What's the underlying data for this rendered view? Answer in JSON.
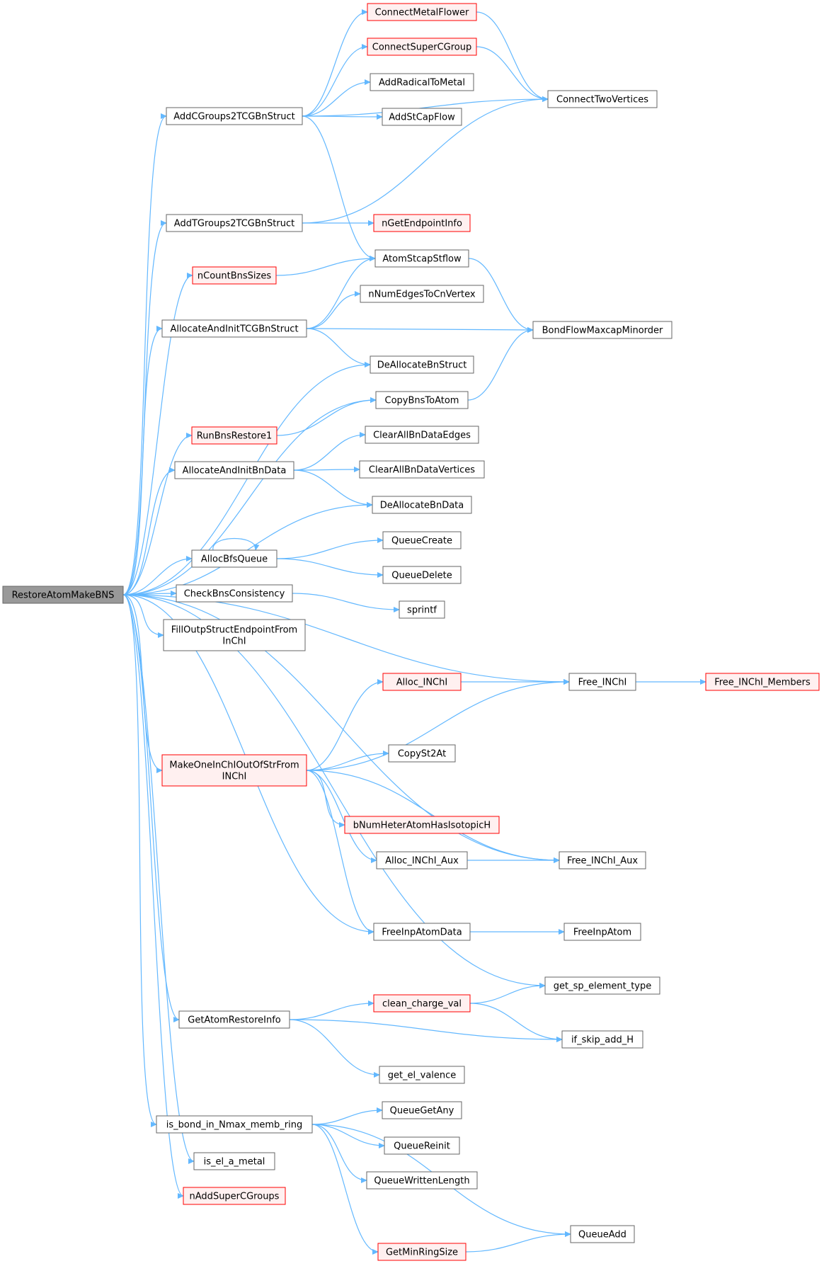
{
  "colors": {
    "edge": "#63b8ff",
    "node_border": "#666666",
    "node_fill": "#ffffff",
    "truncated_border": "#ff0000",
    "truncated_fill": "#fff0f0",
    "root_fill": "#999999"
  },
  "nodes": [
    {
      "id": "RestoreAtomMakeBNS",
      "lines": [
        "RestoreAtomMakeBNS"
      ],
      "style": "root"
    },
    {
      "id": "AddCGroups2TCGBnStruct",
      "lines": [
        "AddCGroups2TCGBnStruct"
      ],
      "style": "normal"
    },
    {
      "id": "AddTGroups2TCGBnStruct",
      "lines": [
        "AddTGroups2TCGBnStruct"
      ],
      "style": "normal"
    },
    {
      "id": "nCountBnsSizes",
      "lines": [
        "nCountBnsSizes"
      ],
      "style": "red"
    },
    {
      "id": "AllocateAndInitTCGBnStruct",
      "lines": [
        "AllocateAndInitTCGBnStruct"
      ],
      "style": "normal"
    },
    {
      "id": "RunBnsRestore1",
      "lines": [
        "RunBnsRestore1"
      ],
      "style": "red"
    },
    {
      "id": "AllocateAndInitBnData",
      "lines": [
        "AllocateAndInitBnData"
      ],
      "style": "normal"
    },
    {
      "id": "AllocBfsQueue",
      "lines": [
        "AllocBfsQueue"
      ],
      "style": "normal"
    },
    {
      "id": "CheckBnsConsistency",
      "lines": [
        "CheckBnsConsistency"
      ],
      "style": "normal"
    },
    {
      "id": "FillOutpStructEndpointFromInChI",
      "lines": [
        "FillOutpStructEndpointFrom",
        "InChI"
      ],
      "style": "normal"
    },
    {
      "id": "MakeOneInChIOutOfStrFromINChI",
      "lines": [
        "MakeOneInChIOutOfStrFrom",
        "INChI"
      ],
      "style": "red"
    },
    {
      "id": "GetAtomRestoreInfo",
      "lines": [
        "GetAtomRestoreInfo"
      ],
      "style": "normal"
    },
    {
      "id": "is_bond_in_Nmax_memb_ring",
      "lines": [
        "is_bond_in_Nmax_memb_ring"
      ],
      "style": "normal"
    },
    {
      "id": "is_el_a_metal",
      "lines": [
        "is_el_a_metal"
      ],
      "style": "normal"
    },
    {
      "id": "nAddSuperCGroups",
      "lines": [
        "nAddSuperCGroups"
      ],
      "style": "red"
    },
    {
      "id": "ConnectMetalFlower",
      "lines": [
        "ConnectMetalFlower"
      ],
      "style": "red"
    },
    {
      "id": "ConnectSuperCGroup",
      "lines": [
        "ConnectSuperCGroup"
      ],
      "style": "red"
    },
    {
      "id": "AddRadicalToMetal",
      "lines": [
        "AddRadicalToMetal"
      ],
      "style": "normal"
    },
    {
      "id": "AddStCapFlow",
      "lines": [
        "AddStCapFlow"
      ],
      "style": "normal"
    },
    {
      "id": "nGetEndpointInfo",
      "lines": [
        "nGetEndpointInfo"
      ],
      "style": "red"
    },
    {
      "id": "AtomStcapStflow",
      "lines": [
        "AtomStcapStflow"
      ],
      "style": "normal"
    },
    {
      "id": "nNumEdgesToCnVertex",
      "lines": [
        "nNumEdgesToCnVertex"
      ],
      "style": "normal"
    },
    {
      "id": "DeAllocateBnStruct",
      "lines": [
        "DeAllocateBnStruct"
      ],
      "style": "normal"
    },
    {
      "id": "CopyBnsToAtom",
      "lines": [
        "CopyBnsToAtom"
      ],
      "style": "normal"
    },
    {
      "id": "ClearAllBnDataEdges",
      "lines": [
        "ClearAllBnDataEdges"
      ],
      "style": "normal"
    },
    {
      "id": "ClearAllBnDataVertices",
      "lines": [
        "ClearAllBnDataVertices"
      ],
      "style": "normal"
    },
    {
      "id": "DeAllocateBnData",
      "lines": [
        "DeAllocateBnData"
      ],
      "style": "normal"
    },
    {
      "id": "QueueCreate",
      "lines": [
        "QueueCreate"
      ],
      "style": "normal"
    },
    {
      "id": "QueueDelete",
      "lines": [
        "QueueDelete"
      ],
      "style": "normal"
    },
    {
      "id": "sprintf",
      "lines": [
        "sprintf"
      ],
      "style": "normal"
    },
    {
      "id": "Alloc_INChI",
      "lines": [
        "Alloc_INChI"
      ],
      "style": "red"
    },
    {
      "id": "CopySt2At",
      "lines": [
        "CopySt2At"
      ],
      "style": "normal"
    },
    {
      "id": "bNumHeterAtomHasIsotopicH",
      "lines": [
        "bNumHeterAtomHasIsotopicH"
      ],
      "style": "red"
    },
    {
      "id": "Alloc_INChI_Aux",
      "lines": [
        "Alloc_INChI_Aux"
      ],
      "style": "normal"
    },
    {
      "id": "FreeInpAtomData",
      "lines": [
        "FreeInpAtomData"
      ],
      "style": "normal"
    },
    {
      "id": "clean_charge_val",
      "lines": [
        "clean_charge_val"
      ],
      "style": "red"
    },
    {
      "id": "get_el_valence",
      "lines": [
        "get_el_valence"
      ],
      "style": "normal"
    },
    {
      "id": "QueueGetAny",
      "lines": [
        "QueueGetAny"
      ],
      "style": "normal"
    },
    {
      "id": "QueueReinit",
      "lines": [
        "QueueReinit"
      ],
      "style": "normal"
    },
    {
      "id": "QueueWrittenLength",
      "lines": [
        "QueueWrittenLength"
      ],
      "style": "normal"
    },
    {
      "id": "GetMinRingSize",
      "lines": [
        "GetMinRingSize"
      ],
      "style": "red"
    },
    {
      "id": "ConnectTwoVertices",
      "lines": [
        "ConnectTwoVertices"
      ],
      "style": "normal"
    },
    {
      "id": "BondFlowMaxcapMinorder",
      "lines": [
        "BondFlowMaxcapMinorder"
      ],
      "style": "normal"
    },
    {
      "id": "Free_INChI",
      "lines": [
        "Free_INChI"
      ],
      "style": "normal"
    },
    {
      "id": "Free_INChI_Aux",
      "lines": [
        "Free_INChI_Aux"
      ],
      "style": "normal"
    },
    {
      "id": "FreeInpAtom",
      "lines": [
        "FreeInpAtom"
      ],
      "style": "normal"
    },
    {
      "id": "get_sp_element_type",
      "lines": [
        "get_sp_element_type"
      ],
      "style": "normal"
    },
    {
      "id": "if_skip_add_H",
      "lines": [
        "if_skip_add_H"
      ],
      "style": "normal"
    },
    {
      "id": "QueueAdd",
      "lines": [
        "QueueAdd"
      ],
      "style": "normal"
    },
    {
      "id": "Free_INChI_Members",
      "lines": [
        "Free_INChI_Members"
      ],
      "style": "red"
    }
  ],
  "edges": [
    [
      "RestoreAtomMakeBNS",
      "AddCGroups2TCGBnStruct"
    ],
    [
      "RestoreAtomMakeBNS",
      "AddTGroups2TCGBnStruct"
    ],
    [
      "RestoreAtomMakeBNS",
      "nCountBnsSizes"
    ],
    [
      "RestoreAtomMakeBNS",
      "AllocateAndInitTCGBnStruct"
    ],
    [
      "RestoreAtomMakeBNS",
      "DeAllocateBnStruct"
    ],
    [
      "RestoreAtomMakeBNS",
      "CopyBnsToAtom"
    ],
    [
      "RestoreAtomMakeBNS",
      "RunBnsRestore1"
    ],
    [
      "RestoreAtomMakeBNS",
      "AllocateAndInitBnData"
    ],
    [
      "RestoreAtomMakeBNS",
      "DeAllocateBnData"
    ],
    [
      "RestoreAtomMakeBNS",
      "AllocBfsQueue"
    ],
    [
      "RestoreAtomMakeBNS",
      "CheckBnsConsistency"
    ],
    [
      "RestoreAtomMakeBNS",
      "FillOutpStructEndpointFromInChI"
    ],
    [
      "RestoreAtomMakeBNS",
      "Free_INChI"
    ],
    [
      "RestoreAtomMakeBNS",
      "MakeOneInChIOutOfStrFromINChI"
    ],
    [
      "RestoreAtomMakeBNS",
      "Free_INChI_Aux"
    ],
    [
      "RestoreAtomMakeBNS",
      "FreeInpAtomData"
    ],
    [
      "RestoreAtomMakeBNS",
      "get_sp_element_type"
    ],
    [
      "RestoreAtomMakeBNS",
      "GetAtomRestoreInfo"
    ],
    [
      "RestoreAtomMakeBNS",
      "is_bond_in_Nmax_memb_ring"
    ],
    [
      "RestoreAtomMakeBNS",
      "is_el_a_metal"
    ],
    [
      "RestoreAtomMakeBNS",
      "nAddSuperCGroups"
    ],
    [
      "AddCGroups2TCGBnStruct",
      "ConnectMetalFlower"
    ],
    [
      "AddCGroups2TCGBnStruct",
      "ConnectSuperCGroup"
    ],
    [
      "AddCGroups2TCGBnStruct",
      "AddRadicalToMetal"
    ],
    [
      "AddCGroups2TCGBnStruct",
      "AddStCapFlow"
    ],
    [
      "AddCGroups2TCGBnStruct",
      "ConnectTwoVertices"
    ],
    [
      "AddCGroups2TCGBnStruct",
      "AtomStcapStflow"
    ],
    [
      "ConnectMetalFlower",
      "ConnectTwoVertices"
    ],
    [
      "ConnectSuperCGroup",
      "ConnectTwoVertices"
    ],
    [
      "AddTGroups2TCGBnStruct",
      "ConnectTwoVertices"
    ],
    [
      "AddTGroups2TCGBnStruct",
      "nGetEndpointInfo"
    ],
    [
      "nCountBnsSizes",
      "AtomStcapStflow"
    ],
    [
      "AllocateAndInitTCGBnStruct",
      "AtomStcapStflow"
    ],
    [
      "AllocateAndInitTCGBnStruct",
      "nNumEdgesToCnVertex"
    ],
    [
      "AllocateAndInitTCGBnStruct",
      "BondFlowMaxcapMinorder"
    ],
    [
      "AllocateAndInitTCGBnStruct",
      "DeAllocateBnStruct"
    ],
    [
      "AtomStcapStflow",
      "BondFlowMaxcapMinorder"
    ],
    [
      "CopyBnsToAtom",
      "BondFlowMaxcapMinorder"
    ],
    [
      "RunBnsRestore1",
      "CopyBnsToAtom"
    ],
    [
      "AllocateAndInitBnData",
      "ClearAllBnDataEdges"
    ],
    [
      "AllocateAndInitBnData",
      "ClearAllBnDataVertices"
    ],
    [
      "AllocateAndInitBnData",
      "DeAllocateBnData"
    ],
    [
      "AllocBfsQueue",
      "AllocBfsQueue"
    ],
    [
      "AllocBfsQueue",
      "QueueCreate"
    ],
    [
      "AllocBfsQueue",
      "QueueDelete"
    ],
    [
      "CheckBnsConsistency",
      "sprintf"
    ],
    [
      "MakeOneInChIOutOfStrFromINChI",
      "Alloc_INChI"
    ],
    [
      "MakeOneInChIOutOfStrFromINChI",
      "Free_INChI"
    ],
    [
      "MakeOneInChIOutOfStrFromINChI",
      "CopySt2At"
    ],
    [
      "MakeOneInChIOutOfStrFromINChI",
      "Free_INChI_Aux"
    ],
    [
      "MakeOneInChIOutOfStrFromINChI",
      "bNumHeterAtomHasIsotopicH"
    ],
    [
      "MakeOneInChIOutOfStrFromINChI",
      "Alloc_INChI_Aux"
    ],
    [
      "MakeOneInChIOutOfStrFromINChI",
      "FreeInpAtomData"
    ],
    [
      "Alloc_INChI",
      "Free_INChI"
    ],
    [
      "Free_INChI",
      "Free_INChI_Members"
    ],
    [
      "Alloc_INChI_Aux",
      "Free_INChI_Aux"
    ],
    [
      "FreeInpAtomData",
      "FreeInpAtom"
    ],
    [
      "GetAtomRestoreInfo",
      "clean_charge_val"
    ],
    [
      "GetAtomRestoreInfo",
      "if_skip_add_H"
    ],
    [
      "GetAtomRestoreInfo",
      "get_el_valence"
    ],
    [
      "clean_charge_val",
      "get_sp_element_type"
    ],
    [
      "clean_charge_val",
      "if_skip_add_H"
    ],
    [
      "is_bond_in_Nmax_memb_ring",
      "QueueGetAny"
    ],
    [
      "is_bond_in_Nmax_memb_ring",
      "QueueReinit"
    ],
    [
      "is_bond_in_Nmax_memb_ring",
      "QueueWrittenLength"
    ],
    [
      "is_bond_in_Nmax_memb_ring",
      "QueueAdd"
    ],
    [
      "is_bond_in_Nmax_memb_ring",
      "GetMinRingSize"
    ],
    [
      "GetMinRingSize",
      "QueueAdd"
    ]
  ]
}
